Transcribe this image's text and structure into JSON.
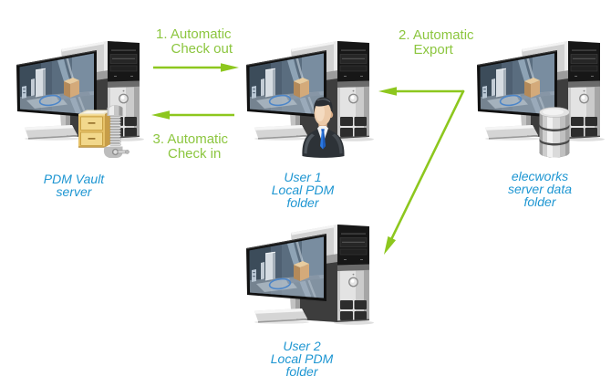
{
  "diagram": {
    "nodes": [
      {
        "id": "pdm-vault-server",
        "device_icon": "desktop-computer-icon",
        "badge_icons": [
          "filing-cabinet-icon",
          "vise-clamp-icon"
        ],
        "label": [
          "PDM Vault",
          "server"
        ]
      },
      {
        "id": "user-1",
        "device_icon": "desktop-computer-icon",
        "badge_icons": [
          "user-icon"
        ],
        "label": [
          "User 1",
          "Local PDM",
          "folder"
        ]
      },
      {
        "id": "elecworks-server",
        "device_icon": "desktop-computer-icon",
        "badge_icons": [
          "database-icon"
        ],
        "label": [
          "elecworks",
          "server data",
          "folder"
        ]
      },
      {
        "id": "user-2",
        "device_icon": "desktop-computer-icon",
        "badge_icons": [],
        "label": [
          "User 2",
          "Local PDM",
          "folder"
        ]
      }
    ],
    "steps": [
      {
        "label": [
          "1. Automatic",
          "Check out"
        ],
        "from": "pdm-vault-server",
        "to": [
          "user-1"
        ]
      },
      {
        "label": [
          "2. Automatic",
          "Export"
        ],
        "from": "elecworks-server",
        "to": [
          "user-1",
          "user-2"
        ]
      },
      {
        "label": [
          "3. Automatic",
          "Check in"
        ],
        "from": "user-1",
        "to": [
          "pdm-vault-server"
        ]
      }
    ]
  },
  "colors": {
    "background": "#ffffff",
    "step_text": "#8cc63f",
    "arrow": "#8dc71e",
    "node_label": "#1e96d2"
  }
}
